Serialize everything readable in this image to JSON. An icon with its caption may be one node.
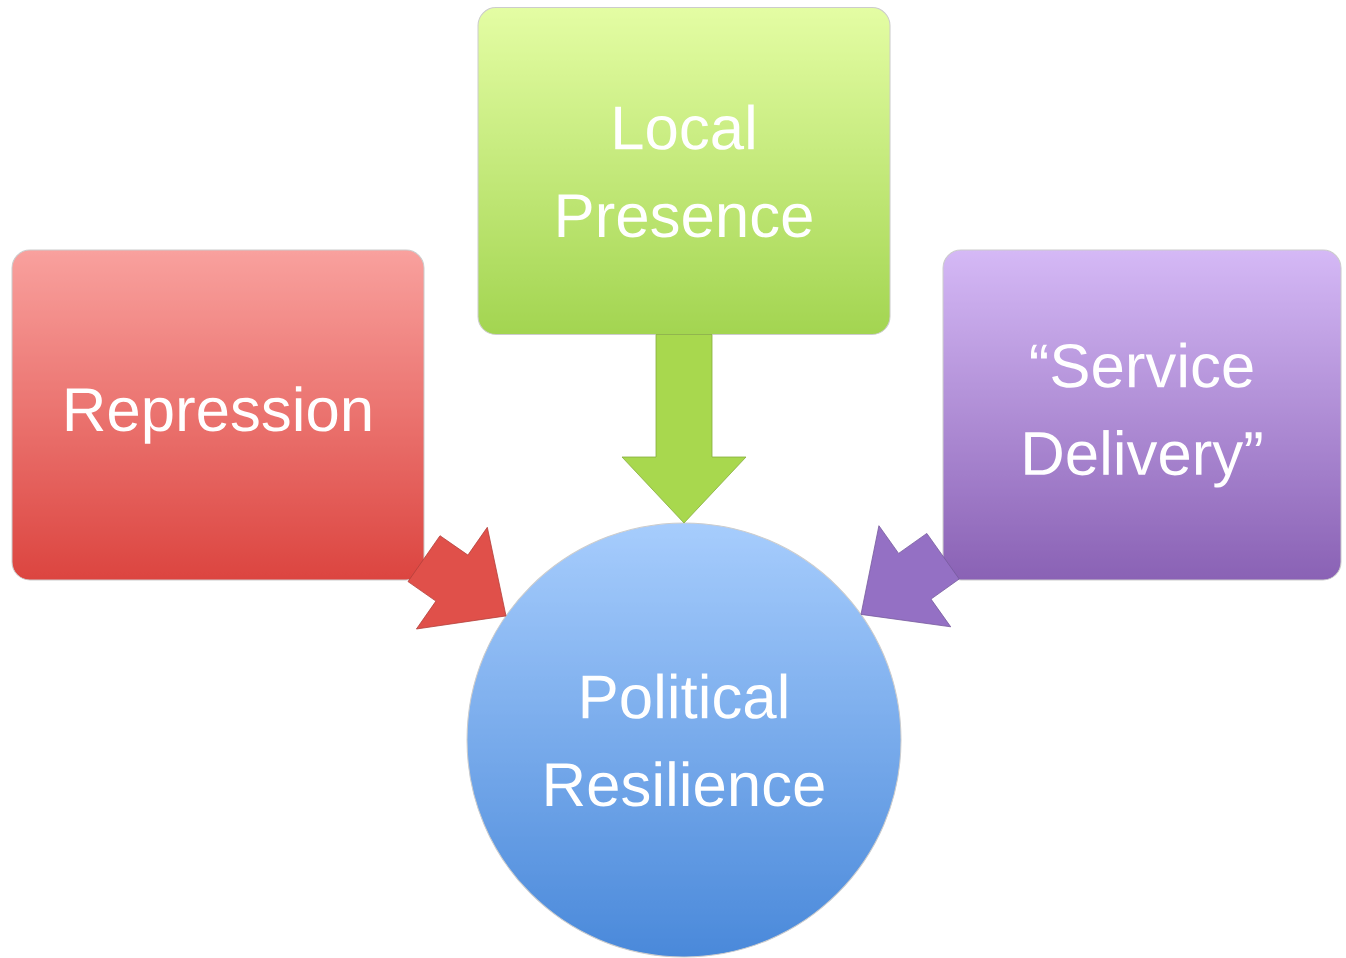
{
  "diagram": {
    "nodes": [
      {
        "text": [
          "Repression"
        ]
      },
      {
        "text": [
          "Local Presence"
        ]
      },
      {
        "text": [
          "“Service Delivery”"
        ]
      },
      {
        "text": [
          "Political Resilience"
        ]
      }
    ],
    "edges": [
      {
        "from": 0,
        "to": 3,
        "arrow": "to",
        "color": "#e0504a"
      },
      {
        "from": 1,
        "to": 3,
        "arrow": "to",
        "color": "#a8d84e"
      },
      {
        "from": 2,
        "to": 3,
        "arrow": "to",
        "color": "#9470c4"
      }
    ]
  }
}
